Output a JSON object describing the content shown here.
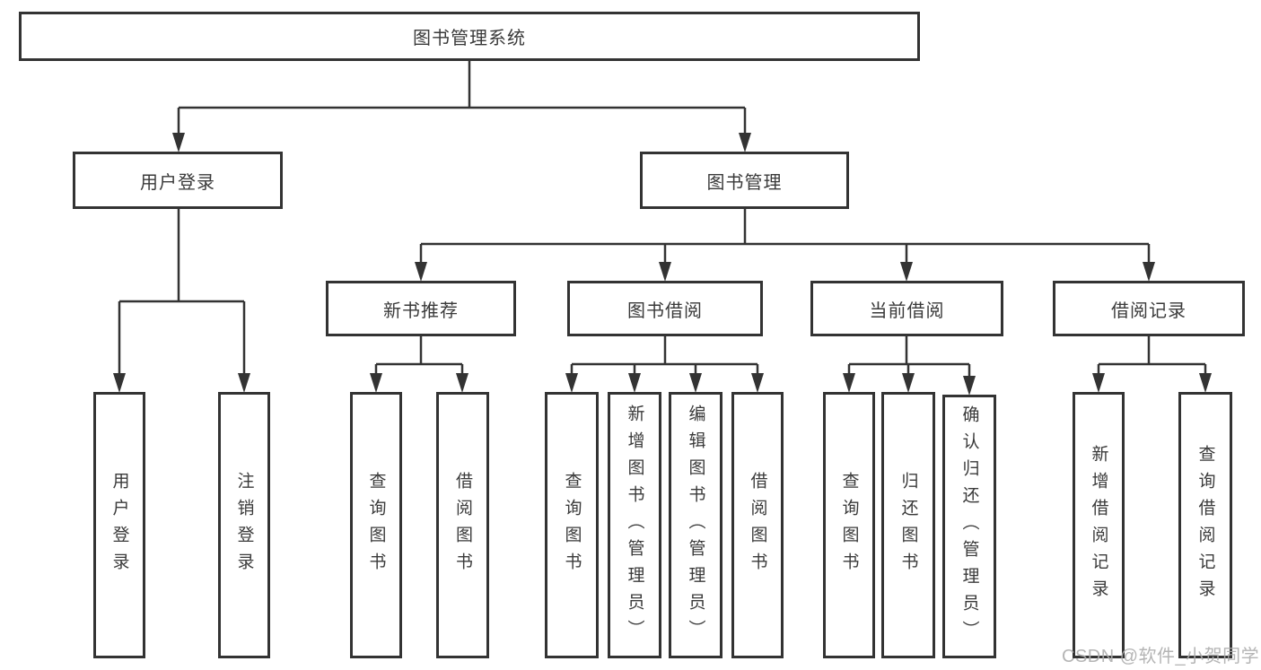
{
  "diagram": {
    "root": {
      "label": "图书管理系统"
    },
    "level2": {
      "user_login": {
        "label": "用户登录"
      },
      "book_mgmt": {
        "label": "图书管理"
      }
    },
    "level3": {
      "new_books": {
        "label": "新书推荐"
      },
      "book_borrow": {
        "label": "图书借阅"
      },
      "current_borrow": {
        "label": "当前借阅"
      },
      "borrow_records": {
        "label": "借阅记录"
      }
    },
    "leaves": {
      "user_login": "用户登录",
      "logout": "注销登录",
      "query_books_a": "查询图书",
      "borrow_books_a": "借阅图书",
      "query_books_b": "查询图书",
      "add_books_admin": "新增图书（管理员）",
      "edit_books_admin": "编辑图书（管理员）",
      "borrow_books_b": "借阅图书",
      "query_books_c": "查询图书",
      "return_books": "归还图书",
      "confirm_return_admin": "确认归还（管理员）",
      "add_borrow_record": "新增借阅记录",
      "query_borrow_record": "查询借阅记录"
    }
  },
  "watermark": {
    "text": "CSDN @软件_小贺同学"
  },
  "colors": {
    "line": "#333333",
    "box_border": "#333333",
    "text": "#3a3a3a",
    "watermark": "#adadad",
    "background": "#ffffff"
  }
}
